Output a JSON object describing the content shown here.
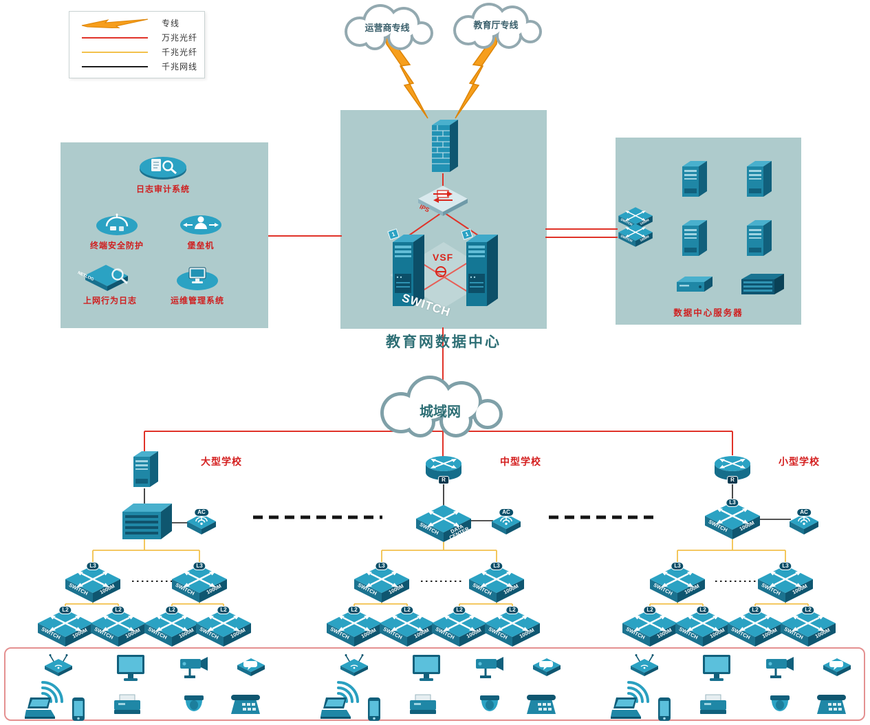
{
  "legend": {
    "items": [
      {
        "label": "专线",
        "type": "lightning",
        "color": "#f69e1c"
      },
      {
        "label": "万兆光纤",
        "type": "line",
        "color": "#e03228"
      },
      {
        "label": "千兆光纤",
        "type": "line",
        "color": "#f2c14b"
      },
      {
        "label": "千兆网线",
        "type": "line",
        "color": "#1c1c1c"
      }
    ]
  },
  "clouds": {
    "carrier": "运营商专线",
    "education": "教育厅专线",
    "man": "城域网"
  },
  "datacenter": {
    "title": "教育网数据中心",
    "ips": "IPS",
    "vsf": "VSF",
    "switch_watermark": "SWITCH",
    "server_slot": "1"
  },
  "security_panel": {
    "audit": "日志审计系统",
    "terminal": "终端安全防护",
    "bastion": "堡垒机",
    "netlog": "上网行为日志",
    "netlog_device": "NETLOG",
    "ops": "运维管理系统"
  },
  "server_panel": {
    "title": "数据中心服务器"
  },
  "device_labels": {
    "switch_line1": "SWITCH",
    "switch_line2": "1000M",
    "dc_switch_line2": "DATA CENTER",
    "l3": "L3",
    "l2": "L2",
    "ac": "AC",
    "router": "R"
  },
  "schools": [
    {
      "name": "大型学校"
    },
    {
      "name": "中型学校"
    },
    {
      "name": "小型学校"
    }
  ]
}
